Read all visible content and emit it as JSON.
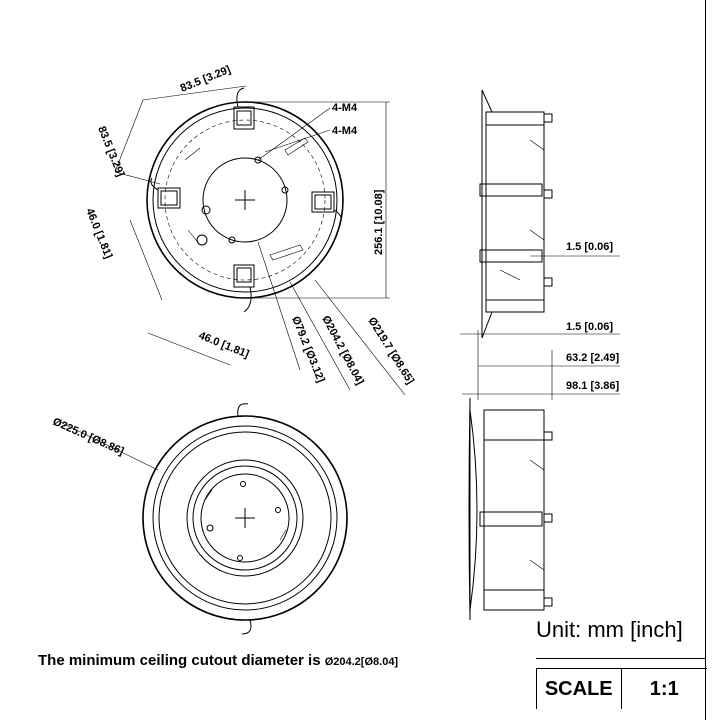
{
  "dimensions": {
    "d1": "83.5 [3.29]",
    "d2": "83.5 [3.29]",
    "d3": "46.0 [1.81]",
    "d4": "46.0 [1.81]",
    "d5": "4-M4",
    "d6": "4-M4",
    "d7": "256.1 [10.08]",
    "d8": "Ø79.2 [Ø3.12]",
    "d9": "Ø204.2 [Ø8.04]",
    "d10": "Ø219.7 [Ø8.65]",
    "d11": "1.5 [0.06]",
    "d12": "1.5 [0.06]",
    "d13": "63.2 [2.49]",
    "d14": "98.1 [3.86]",
    "d15": "Ø225.0 [Ø8.86]"
  },
  "note": {
    "text": "The minimum ceiling cutout diameter is ",
    "value": "Ø204.2[Ø8.04]"
  },
  "unit_label": "Unit: mm [inch]",
  "scale": {
    "label": "SCALE",
    "value": "1:1"
  }
}
